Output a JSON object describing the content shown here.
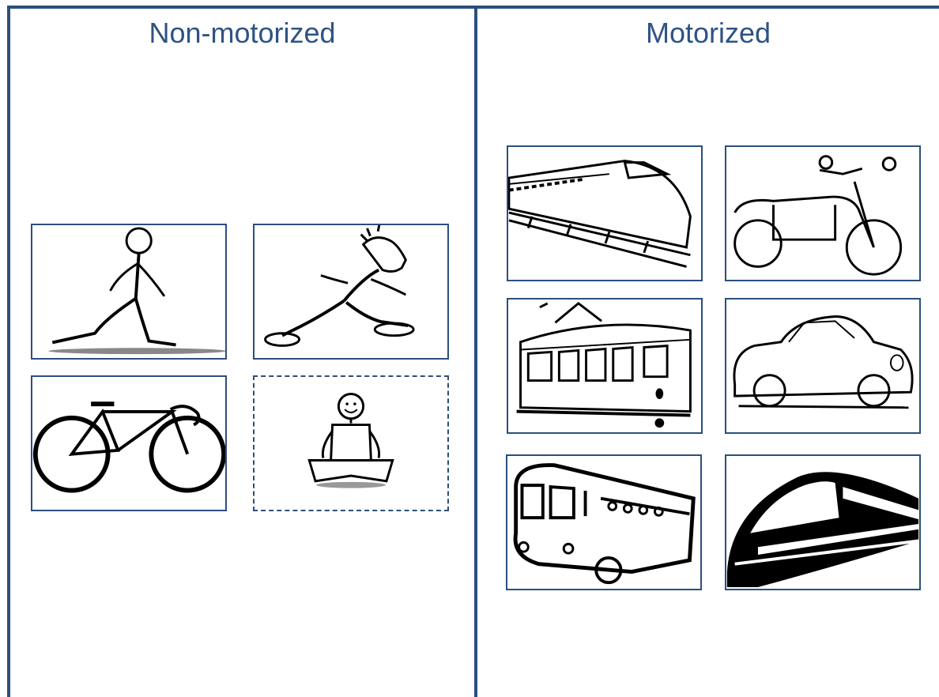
{
  "columns": {
    "left": {
      "title": "Non-motorized"
    },
    "right": {
      "title": "Motorized"
    }
  },
  "accent_color": "#2b4f7e",
  "title_color": "#2e5384",
  "non_motorized_items": [
    {
      "icon": "walking-person-icon",
      "style": "solid"
    },
    {
      "icon": "running-person-icon",
      "style": "solid"
    },
    {
      "icon": "bicycle-icon",
      "style": "solid"
    },
    {
      "icon": "sitting-person-icon",
      "style": "dashed"
    }
  ],
  "motorized_items": [
    {
      "icon": "train-icon"
    },
    {
      "icon": "motorcycle-icon"
    },
    {
      "icon": "tram-icon"
    },
    {
      "icon": "car-icon"
    },
    {
      "icon": "bus-icon"
    },
    {
      "icon": "high-speed-train-icon"
    }
  ]
}
